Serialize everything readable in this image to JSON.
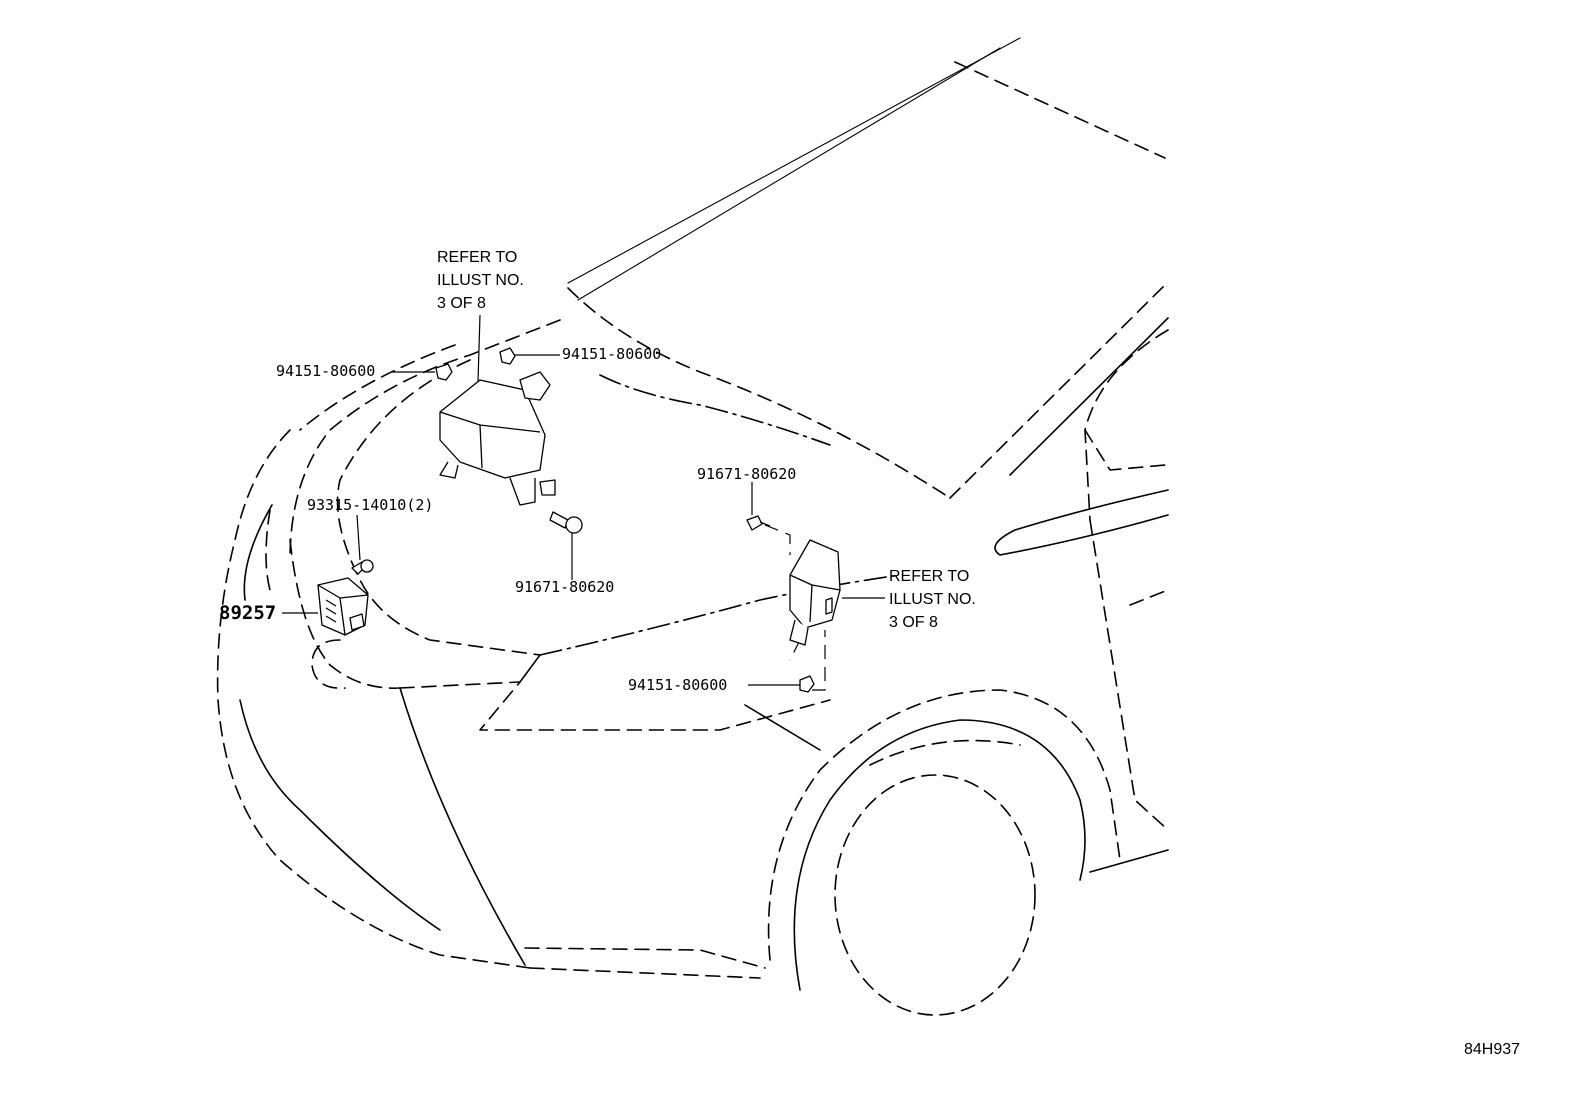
{
  "callouts": {
    "nut_left": "94151-80600",
    "nut_top": "94151-80600",
    "bolt_right_upper": "91671-80620",
    "screw_left": "93315-14010(2)",
    "bolt_center": "91671-80620",
    "nut_lower": "94151-80600",
    "main_part": "89257"
  },
  "notes": {
    "refer_upper": [
      "REFER TO",
      "ILLUST NO.",
      "3 OF 8"
    ],
    "refer_right": [
      "REFER TO",
      "ILLUST NO.",
      "3 OF 8"
    ]
  },
  "figure_code": "84H937"
}
